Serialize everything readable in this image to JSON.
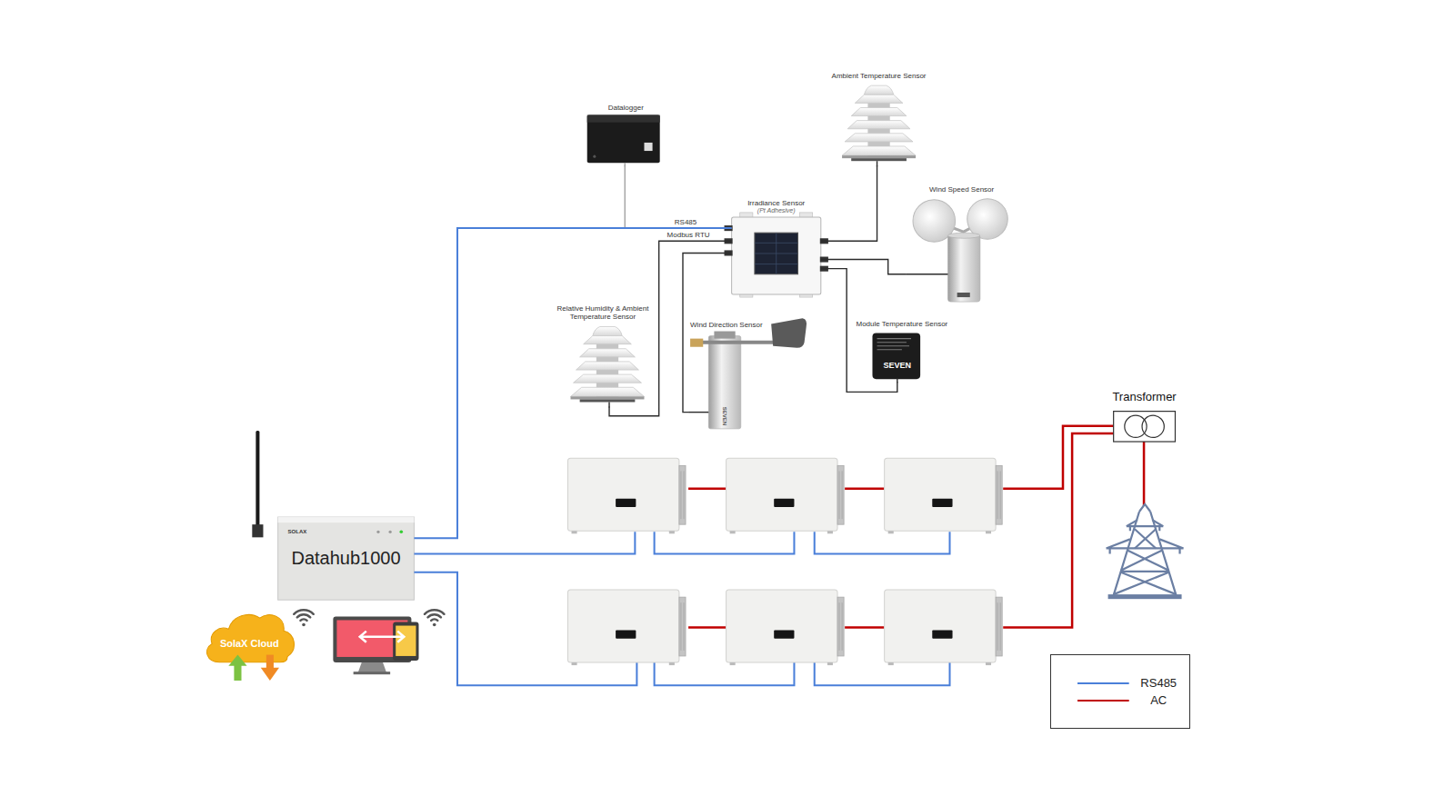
{
  "diagram": {
    "nodes": [
      {
        "text": [
          "Datalogger"
        ]
      },
      {
        "text": [
          "Ambient Temperature Sensor"
        ]
      },
      {
        "text": [
          "Irradiance Sensor",
          "(Pt Adhesive)"
        ]
      },
      {
        "text": [
          "Wind Speed Sensor"
        ]
      },
      {
        "text": [
          "Relative Humidity & Ambient Temperature Sensor"
        ]
      },
      {
        "text": [
          "Wind Direction Sensor"
        ]
      },
      {
        "text": [
          "Module Temperature Sensor"
        ]
      },
      {
        "text": [
          "Transformer"
        ]
      },
      {
        "text": [
          "Datahub1000"
        ]
      },
      {
        "text": [
          "SolaX Cloud"
        ]
      }
    ],
    "edges": [
      {
        "from": 0,
        "to": 2,
        "arrow": "none"
      },
      {
        "from": 8,
        "to": 2,
        "arrow": "none"
      },
      {
        "from": 1,
        "to": 2,
        "arrow": "none"
      },
      {
        "from": 3,
        "to": 2,
        "arrow": "none"
      },
      {
        "from": 4,
        "to": 2,
        "arrow": "none"
      },
      {
        "from": 5,
        "to": 2,
        "arrow": "none"
      },
      {
        "from": 6,
        "to": 2,
        "arrow": "none"
      }
    ],
    "labels": [
      "RS485",
      "Modbus RTU",
      "SOLAX",
      "SEVEN",
      "SEVEN"
    ],
    "legend": [
      {
        "text": "RS485",
        "color": "#4a7fd9"
      },
      {
        "text": "AC",
        "color": "#c00000"
      }
    ]
  }
}
